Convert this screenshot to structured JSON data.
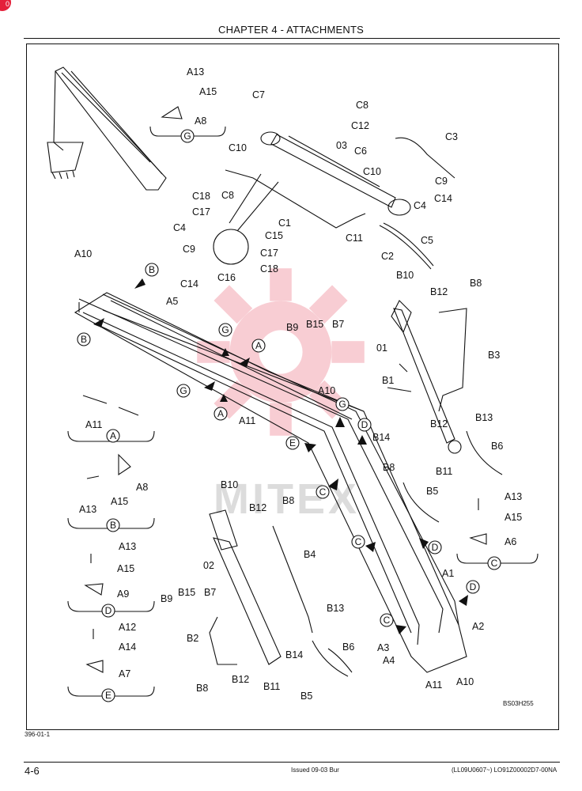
{
  "header": {
    "title": "CHAPTER 4 - ATTACHMENTS"
  },
  "corner_badge": "0",
  "figure": {
    "id": "396-01-1",
    "ref_code": "BS03H255",
    "watermark": "MITEX",
    "parts": {
      "C7": "C7",
      "C8": "C8",
      "C12": "C12",
      "C3": "C3",
      "C6": "C6",
      "C10": "C10",
      "C9": "C9",
      "C14": "C14",
      "C4": "C4",
      "C5": "C5",
      "C11": "C11",
      "C2": "C2",
      "C1": "C1",
      "C15": "C15",
      "C16": "C16",
      "C17": "C17",
      "C18": "C18",
      "03": "03",
      "A1": "A1",
      "A2": "A2",
      "A3": "A3",
      "A4": "A4",
      "A5": "A5",
      "A6": "A6",
      "A7": "A7",
      "A8": "A8",
      "A9": "A9",
      "A10": "A10",
      "A11": "A11",
      "A12": "A12",
      "A13": "A13",
      "A14": "A14",
      "A15": "A15",
      "B1": "B1",
      "B2": "B2",
      "B3": "B3",
      "B4": "B4",
      "B5": "B5",
      "B6": "B6",
      "B7": "B7",
      "B8": "B8",
      "B9": "B9",
      "B10": "B10",
      "B11": "B11",
      "B12": "B12",
      "B13": "B13",
      "B14": "B14",
      "B15": "B15",
      "01": "01",
      "02": "02"
    },
    "views": {
      "A": "A",
      "B": "B",
      "C": "C",
      "D": "D",
      "E": "E",
      "G": "G"
    }
  },
  "footer": {
    "page": "4-6",
    "issued": "Issued 09-03    Bur",
    "codes": "(LL09U0607~)    LO91Z00002D7-00NA"
  }
}
